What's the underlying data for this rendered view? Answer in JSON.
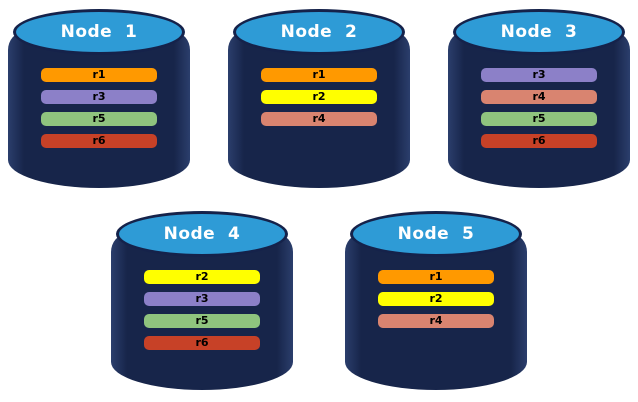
{
  "diagram": {
    "description": "database-nodes-replication-diagram"
  },
  "colors": {
    "background": "#FFFFFF",
    "cylinder_body": "#17254A",
    "cylinder_top": "#2E9BD6",
    "cylinder_outline": "#15224A",
    "title_text": "#FFFFFF",
    "bar_text": "#000000"
  },
  "record_colors": {
    "r1": "#FF9900",
    "r2": "#FFFF00",
    "r3": "#8C80C8",
    "r4": "#D98470",
    "r5": "#8FC47E",
    "r6": "#C74127"
  },
  "nodes": [
    {
      "title": "Node  1",
      "row": 1,
      "records": [
        "r1",
        "r3",
        "r5",
        "r6"
      ]
    },
    {
      "title": "Node  2",
      "row": 1,
      "records": [
        "r1",
        "r2",
        "r4"
      ]
    },
    {
      "title": "Node  3",
      "row": 1,
      "records": [
        "r3",
        "r4",
        "r5",
        "r6"
      ]
    },
    {
      "title": "Node  4",
      "row": 2,
      "records": [
        "r2",
        "r3",
        "r5",
        "r6"
      ]
    },
    {
      "title": "Node  5",
      "row": 2,
      "records": [
        "r1",
        "r2",
        "r4"
      ]
    }
  ]
}
